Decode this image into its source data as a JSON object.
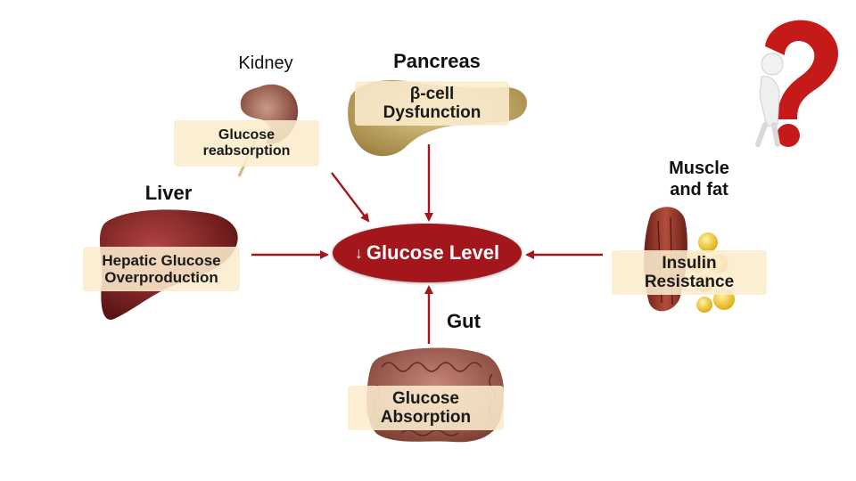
{
  "center": {
    "arrow_glyph": "↓",
    "label": "Glucose Level"
  },
  "organs": {
    "kidney": {
      "name": "Kidney",
      "box_lines": [
        "Glucose",
        "reabsorption"
      ]
    },
    "pancreas": {
      "name": "Pancreas",
      "box_lines": [
        "β-cell",
        "Dysfunction"
      ]
    },
    "liver": {
      "name": "Liver",
      "box_lines": [
        "Hepatic Glucose",
        "Overproduction"
      ]
    },
    "muscle": {
      "name_lines": [
        "Muscle",
        "and fat"
      ],
      "box_lines": [
        "Insulin",
        "Resistance"
      ]
    },
    "gut": {
      "name": "Gut",
      "box_lines": [
        "Glucose",
        "Absorption"
      ]
    }
  },
  "colors": {
    "arrow": "#a3161b",
    "ellipse": "#a3161b",
    "box_fill": "#fbeccd",
    "question_mark": "#c41a1a"
  },
  "icons": [
    "kidney-icon",
    "pancreas-icon",
    "liver-icon",
    "muscle-fat-icon",
    "intestine-icon",
    "question-mark-figure-icon"
  ]
}
